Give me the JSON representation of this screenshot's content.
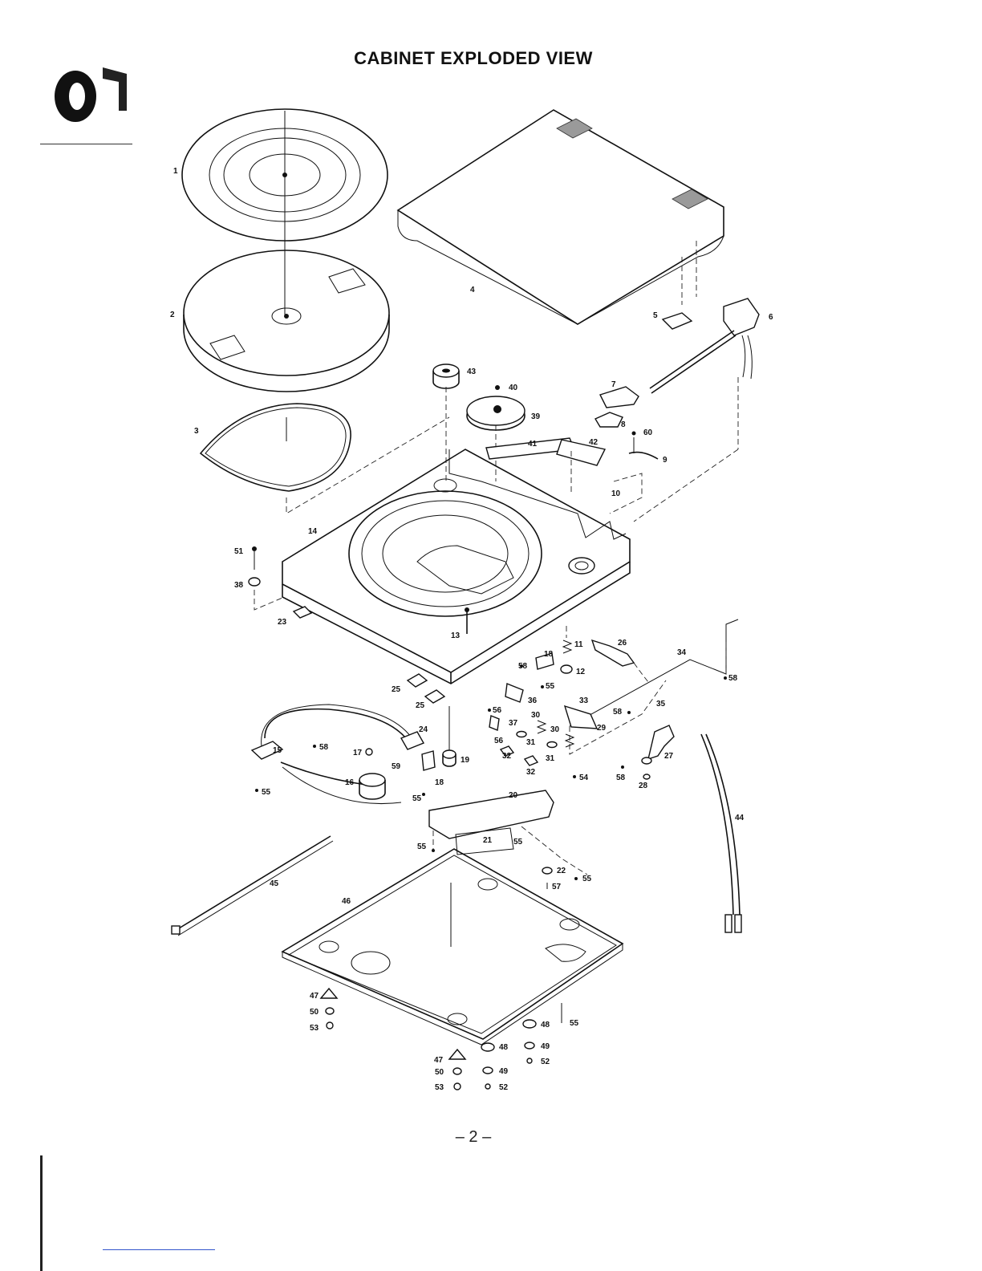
{
  "page": {
    "title": "CABINET EXPLODED VIEW",
    "page_number": "– 2 –"
  },
  "parts": [
    {
      "id": "p1",
      "label": "1"
    },
    {
      "id": "p2",
      "label": "2"
    },
    {
      "id": "p3",
      "label": "3"
    },
    {
      "id": "p4",
      "label": "4"
    },
    {
      "id": "p5",
      "label": "5"
    },
    {
      "id": "p6",
      "label": "6"
    },
    {
      "id": "p7",
      "label": "7"
    },
    {
      "id": "p8",
      "label": "8"
    },
    {
      "id": "p9",
      "label": "9"
    },
    {
      "id": "p10",
      "label": "10"
    },
    {
      "id": "p11",
      "label": "11"
    },
    {
      "id": "p12",
      "label": "12"
    },
    {
      "id": "p13",
      "label": "13"
    },
    {
      "id": "p14",
      "label": "14"
    },
    {
      "id": "p15",
      "label": "15"
    },
    {
      "id": "p16",
      "label": "16"
    },
    {
      "id": "p17",
      "label": "17"
    },
    {
      "id": "p18a",
      "label": "18"
    },
    {
      "id": "p18b",
      "label": "18"
    },
    {
      "id": "p19",
      "label": "19"
    },
    {
      "id": "p20",
      "label": "20"
    },
    {
      "id": "p21",
      "label": "21"
    },
    {
      "id": "p22",
      "label": "22"
    },
    {
      "id": "p23",
      "label": "23"
    },
    {
      "id": "p24",
      "label": "24"
    },
    {
      "id": "p25a",
      "label": "25"
    },
    {
      "id": "p25b",
      "label": "25"
    },
    {
      "id": "p26",
      "label": "26"
    },
    {
      "id": "p27",
      "label": "27"
    },
    {
      "id": "p28",
      "label": "28"
    },
    {
      "id": "p29",
      "label": "29"
    },
    {
      "id": "p30a",
      "label": "30"
    },
    {
      "id": "p30b",
      "label": "30"
    },
    {
      "id": "p31a",
      "label": "31"
    },
    {
      "id": "p31b",
      "label": "31"
    },
    {
      "id": "p32a",
      "label": "32"
    },
    {
      "id": "p32b",
      "label": "32"
    },
    {
      "id": "p33",
      "label": "33"
    },
    {
      "id": "p34",
      "label": "34"
    },
    {
      "id": "p35",
      "label": "35"
    },
    {
      "id": "p36",
      "label": "36"
    },
    {
      "id": "p37",
      "label": "37"
    },
    {
      "id": "p38",
      "label": "38"
    },
    {
      "id": "p39",
      "label": "39"
    },
    {
      "id": "p40",
      "label": "40"
    },
    {
      "id": "p41",
      "label": "41"
    },
    {
      "id": "p42",
      "label": "42"
    },
    {
      "id": "p43",
      "label": "43"
    },
    {
      "id": "p44",
      "label": "44"
    },
    {
      "id": "p45",
      "label": "45"
    },
    {
      "id": "p46",
      "label": "46"
    },
    {
      "id": "p47a",
      "label": "47"
    },
    {
      "id": "p47b",
      "label": "47"
    },
    {
      "id": "p48a",
      "label": "48"
    },
    {
      "id": "p48b",
      "label": "48"
    },
    {
      "id": "p49a",
      "label": "49"
    },
    {
      "id": "p49b",
      "label": "49"
    },
    {
      "id": "p50a",
      "label": "50"
    },
    {
      "id": "p50b",
      "label": "50"
    },
    {
      "id": "p51",
      "label": "51"
    },
    {
      "id": "p52a",
      "label": "52"
    },
    {
      "id": "p52b",
      "label": "52"
    },
    {
      "id": "p53a",
      "label": "53"
    },
    {
      "id": "p53b",
      "label": "53"
    },
    {
      "id": "p54",
      "label": "54"
    },
    {
      "id": "p55a",
      "label": "55"
    },
    {
      "id": "p55b",
      "label": "55"
    },
    {
      "id": "p55c",
      "label": "55"
    },
    {
      "id": "p55d",
      "label": "55"
    },
    {
      "id": "p55e",
      "label": "55"
    },
    {
      "id": "p55f",
      "label": "55"
    },
    {
      "id": "p55g",
      "label": "55"
    },
    {
      "id": "p56a",
      "label": "56"
    },
    {
      "id": "p56b",
      "label": "56"
    },
    {
      "id": "p57",
      "label": "57"
    },
    {
      "id": "p58a",
      "label": "58"
    },
    {
      "id": "p58b",
      "label": "58"
    },
    {
      "id": "p58c",
      "label": "58"
    },
    {
      "id": "p58d",
      "label": "58"
    },
    {
      "id": "p58e",
      "label": "58"
    },
    {
      "id": "p59",
      "label": "59"
    },
    {
      "id": "p60",
      "label": "60"
    }
  ]
}
